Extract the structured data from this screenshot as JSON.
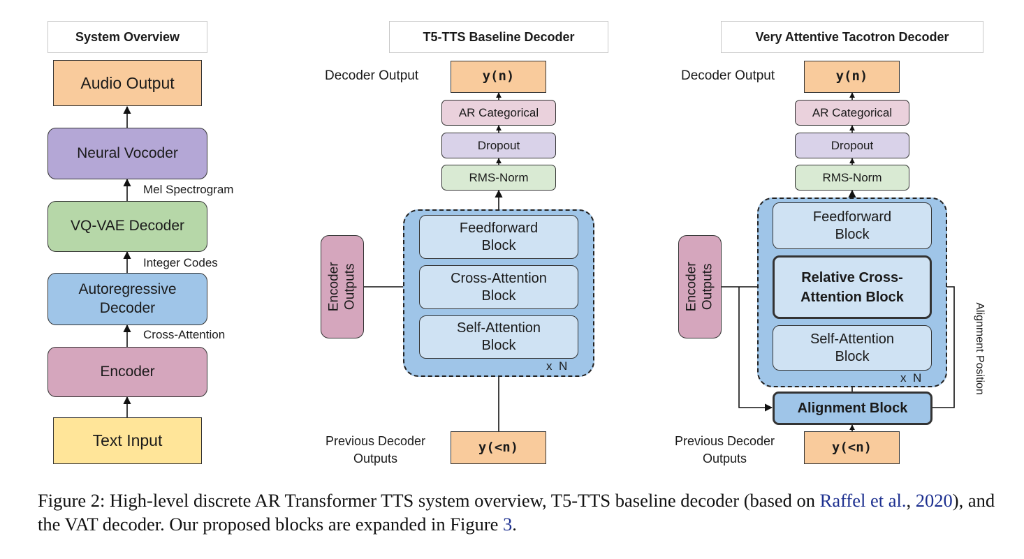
{
  "panels": {
    "overview_title": "System Overview",
    "baseline_title": "T5-TTS Baseline Decoder",
    "vat_title": "Very Attentive Tacotron Decoder"
  },
  "overview": {
    "audio_output": "Audio Output",
    "neural_vocoder": "Neural Vocoder",
    "mel_spectrogram": "Mel Spectrogram",
    "vqvae_decoder": "VQ-VAE Decoder",
    "integer_codes": "Integer Codes",
    "autoregressive_decoder": "Autoregressive Decoder",
    "cross_attention_edge": "Cross-Attention",
    "encoder": "Encoder",
    "text_input": "Text Input"
  },
  "baseline": {
    "decoder_output_label": "Decoder Output",
    "y_n": "y(n)",
    "ar_categorical": "AR Categorical",
    "dropout": "Dropout",
    "rms_norm": "RMS-Norm",
    "feedforward": "Feedforward Block",
    "cross_attention": "Cross-Attention Block",
    "self_attention": "Self-Attention Block",
    "repeat": "x  N",
    "encoder_outputs": "Encoder Outputs",
    "previous_outputs_label": "Previous Decoder Outputs",
    "y_prev": "y(<n)"
  },
  "vat": {
    "decoder_output_label": "Decoder Output",
    "y_n": "y(n)",
    "ar_categorical": "AR Categorical",
    "dropout": "Dropout",
    "rms_norm": "RMS-Norm",
    "feedforward": "Feedforward Block",
    "relative_cross_attention": "Relative Cross-Attention Block",
    "self_attention": "Self-Attention Block",
    "repeat": "x  N",
    "encoder_outputs": "Encoder Outputs",
    "alignment_block": "Alignment Block",
    "alignment_position": "Alignment Position",
    "previous_outputs_label": "Previous Decoder Outputs",
    "y_prev": "y(<n)"
  },
  "caption": {
    "prefix": "Figure 2: High-level discrete AR Transformer TTS system overview, T5-TTS baseline decoder (based on ",
    "cite_author": "Raffel et al.",
    "cite_sep": ", ",
    "cite_year": "2020",
    "middle": "), and the VAT decoder. Our proposed blocks are expanded in Figure ",
    "figure_ref": "3",
    "suffix": "."
  },
  "colors": {
    "orange": "#f9cb9c",
    "purple": "#b4a7d6",
    "green": "#b6d7a8",
    "blue": "#9fc5e8",
    "pink": "#d5a6bd",
    "yellow": "#ffe599",
    "link": "#1c2f8f"
  }
}
